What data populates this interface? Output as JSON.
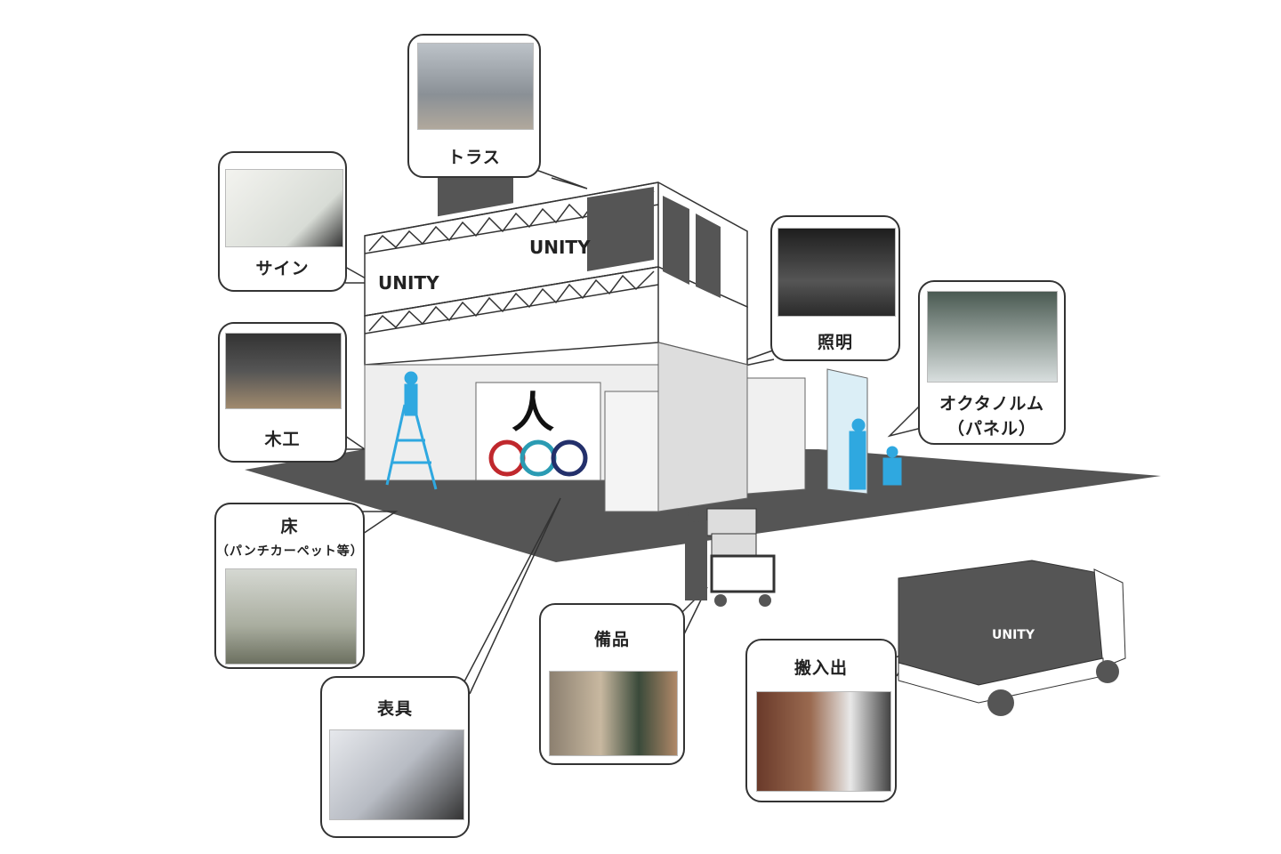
{
  "callouts": {
    "truss": {
      "label": "トラス"
    },
    "sign": {
      "label": "サイン"
    },
    "woodwork": {
      "label": "木工"
    },
    "lighting": {
      "label": "照明"
    },
    "octanorm": {
      "label": "オクタノルム",
      "sub": "（パネル）"
    },
    "floor": {
      "label": "床",
      "sub": "（パンチカーペット等）"
    },
    "hyogu": {
      "label": "表具"
    },
    "fixtures": {
      "label": "備品"
    },
    "transport": {
      "label": "搬入出"
    }
  },
  "logo_text": "UNITY",
  "colors": {
    "accent_figure": "#2fa8e0",
    "floor": "#555555",
    "panel": "#555555"
  }
}
